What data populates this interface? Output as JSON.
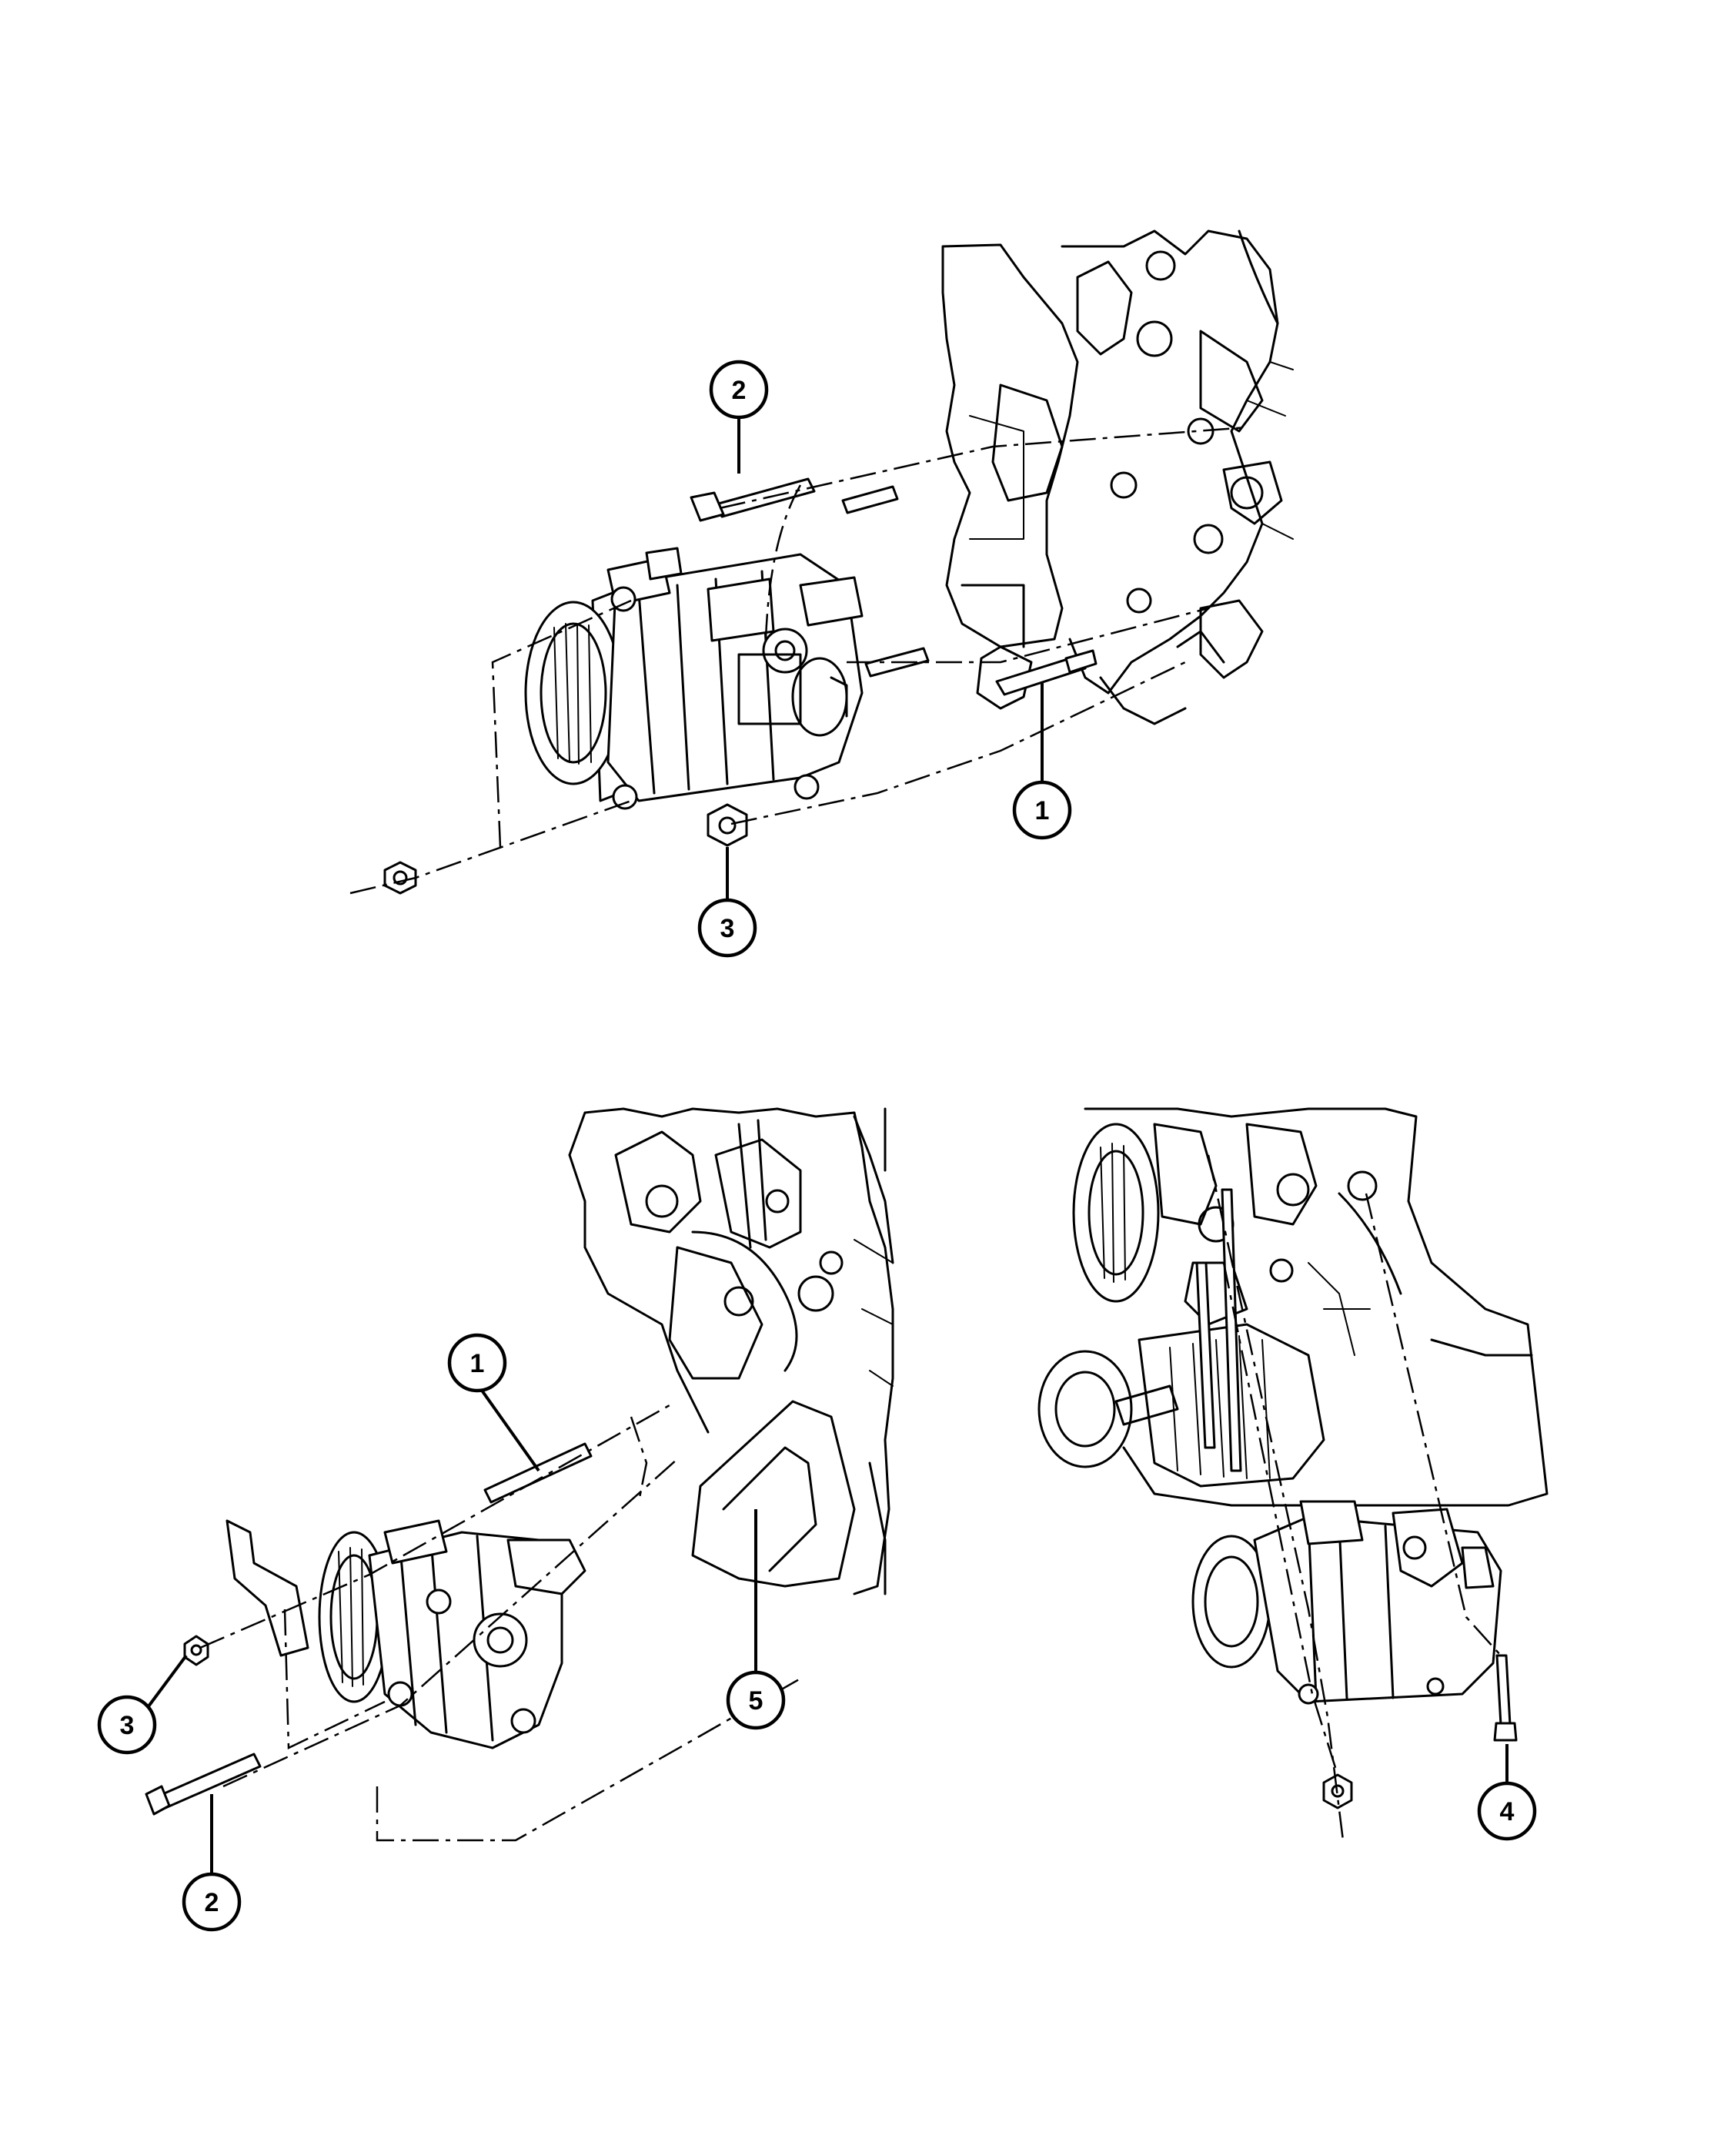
{
  "callouts": {
    "top_view": {
      "c1": "1",
      "c2": "2",
      "c3": "3"
    },
    "bottom_left_view": {
      "c1": "1",
      "c2": "2",
      "c3": "3",
      "c5": "5"
    },
    "bottom_right_view": {
      "c4": "4"
    }
  },
  "colors": {
    "ink": "#000000",
    "background": "#ffffff"
  }
}
